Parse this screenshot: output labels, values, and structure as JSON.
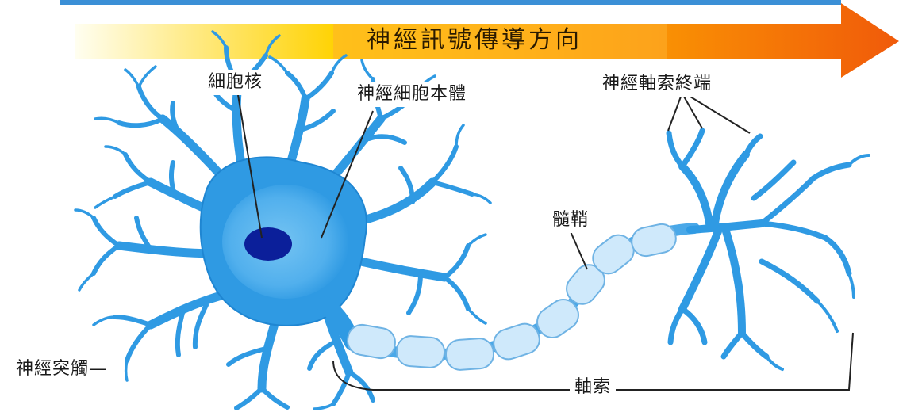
{
  "arrow": {
    "title": "神經訊號傳導方向"
  },
  "labels": {
    "nucleus": "細胞核",
    "cell_body": "神經細胞本體",
    "axon_terminal": "神經軸索終端",
    "myelin_sheath": "髓鞘",
    "dendrite": "神經突觸",
    "dendrite_dash": "—",
    "axon": "軸索"
  },
  "colors": {
    "neuron_fill": "#2f9ae3",
    "neuron_stroke": "#1a7cc9",
    "soma_highlight": "#6ec0f2",
    "nucleus": "#0b1f9a",
    "myelin_fill": "#cfe9fb",
    "myelin_stroke": "#6fb3e4",
    "arrow_start": "#fffde0",
    "arrow_mid": "#ffcc00",
    "arrow_end": "#f26a10",
    "pointer_line": "#222222"
  }
}
